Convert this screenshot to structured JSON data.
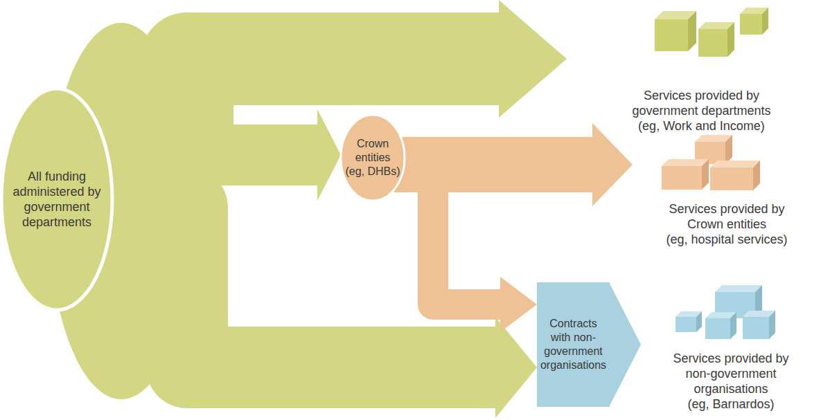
{
  "diagram": {
    "nodes": [
      {
        "text": [
          "All funding administered by government departments"
        ]
      },
      {
        "text": [
          "Crown entities (eg, DHBs)"
        ]
      },
      {
        "text": [
          "Contracts with non-government organisations"
        ]
      },
      {
        "text": [
          "Services provided by government departments (eg, Work and Income)"
        ]
      },
      {
        "text": [
          "Services provided by Crown entities (eg, hospital services)"
        ]
      },
      {
        "text": [
          "Services provided by non-government organisations (eg, Barnardos)"
        ]
      }
    ],
    "edges": [
      {
        "from": 0,
        "to": 3,
        "arrow": "to"
      },
      {
        "from": 0,
        "to": 1,
        "arrow": "to"
      },
      {
        "from": 0,
        "to": 2,
        "arrow": "to"
      },
      {
        "from": 1,
        "to": 4,
        "arrow": "to"
      },
      {
        "from": 1,
        "to": 2,
        "arrow": "to"
      },
      {
        "from": 2,
        "to": 5,
        "arrow": "to"
      }
    ]
  }
}
